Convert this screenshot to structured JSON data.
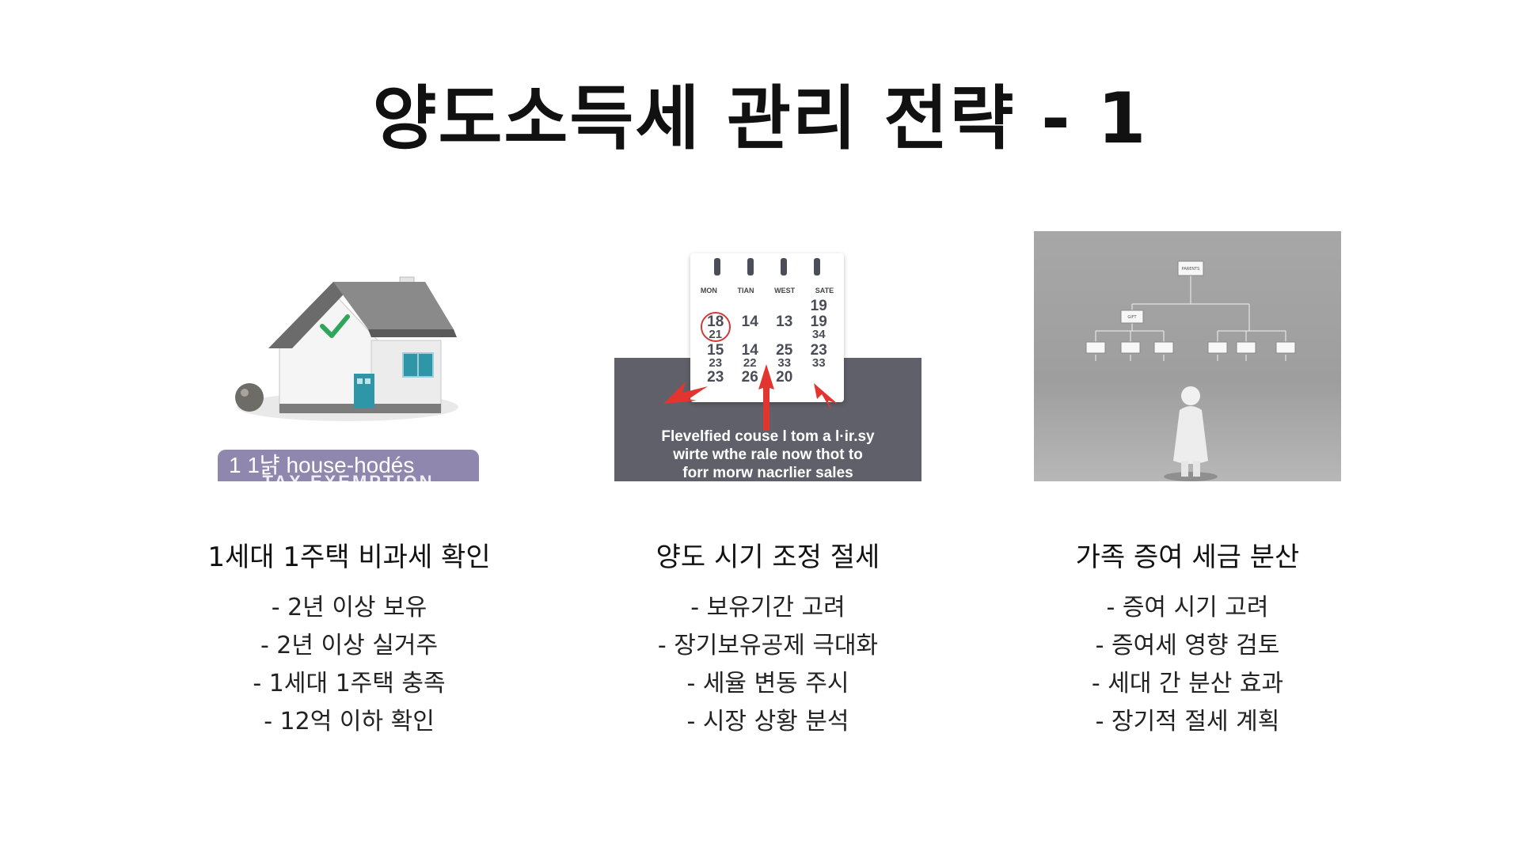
{
  "title": "양도소득세 관리 전략 - 1",
  "columns": [
    {
      "heading": "1세대 1주택 비과세 확인",
      "image": {
        "banner_text": "1 1냙 house-hodés",
        "banner_subtext": "TAX EXEMPTION",
        "icon_names": [
          "house-icon",
          "checkmark-icon",
          "ball-icon"
        ]
      },
      "bullets": [
        "- 2년 이상 보유",
        "- 2년 이상 실거주",
        "- 1세대 1주택 충족",
        "- 12억 이하 확인"
      ]
    },
    {
      "heading": "양도 시기 조정 절세",
      "image": {
        "day_labels": [
          "MON",
          "TIAN",
          "WEST",
          "SATE"
        ],
        "calendar_rows": [
          [
            "",
            "",
            "",
            "19"
          ],
          [
            "18\n21",
            "14",
            "13",
            "19\n34"
          ],
          [
            "15\n23",
            "14\n22",
            "25\n33",
            "23\n33"
          ],
          [
            "23",
            "26",
            "20",
            ""
          ]
        ],
        "caption_lines": [
          "Flevelfied couse l tom a l·ir.sy",
          "wirte wthe rale now thot to",
          "forr morw nacrlier sales"
        ],
        "accent_color": "#e2352f",
        "icon_names": [
          "calendar-icon",
          "arrow-icon"
        ]
      },
      "bullets": [
        "- 보유기간 고려",
        "- 장기보유공제 극대화",
        "- 세율 변동 주시",
        "- 시장 상황 분석"
      ]
    },
    {
      "heading": "가족 증여 세금 분산",
      "image": {
        "root_label": "PARENTS",
        "mid_label": "GIFT",
        "icon_names": [
          "org-chart-icon",
          "person-figure-icon"
        ]
      },
      "bullets": [
        "- 증여 시기 고려",
        "- 증여세 영향 검토",
        "- 세대 간 분산 효과",
        "- 장기적 절세 계획"
      ]
    }
  ]
}
